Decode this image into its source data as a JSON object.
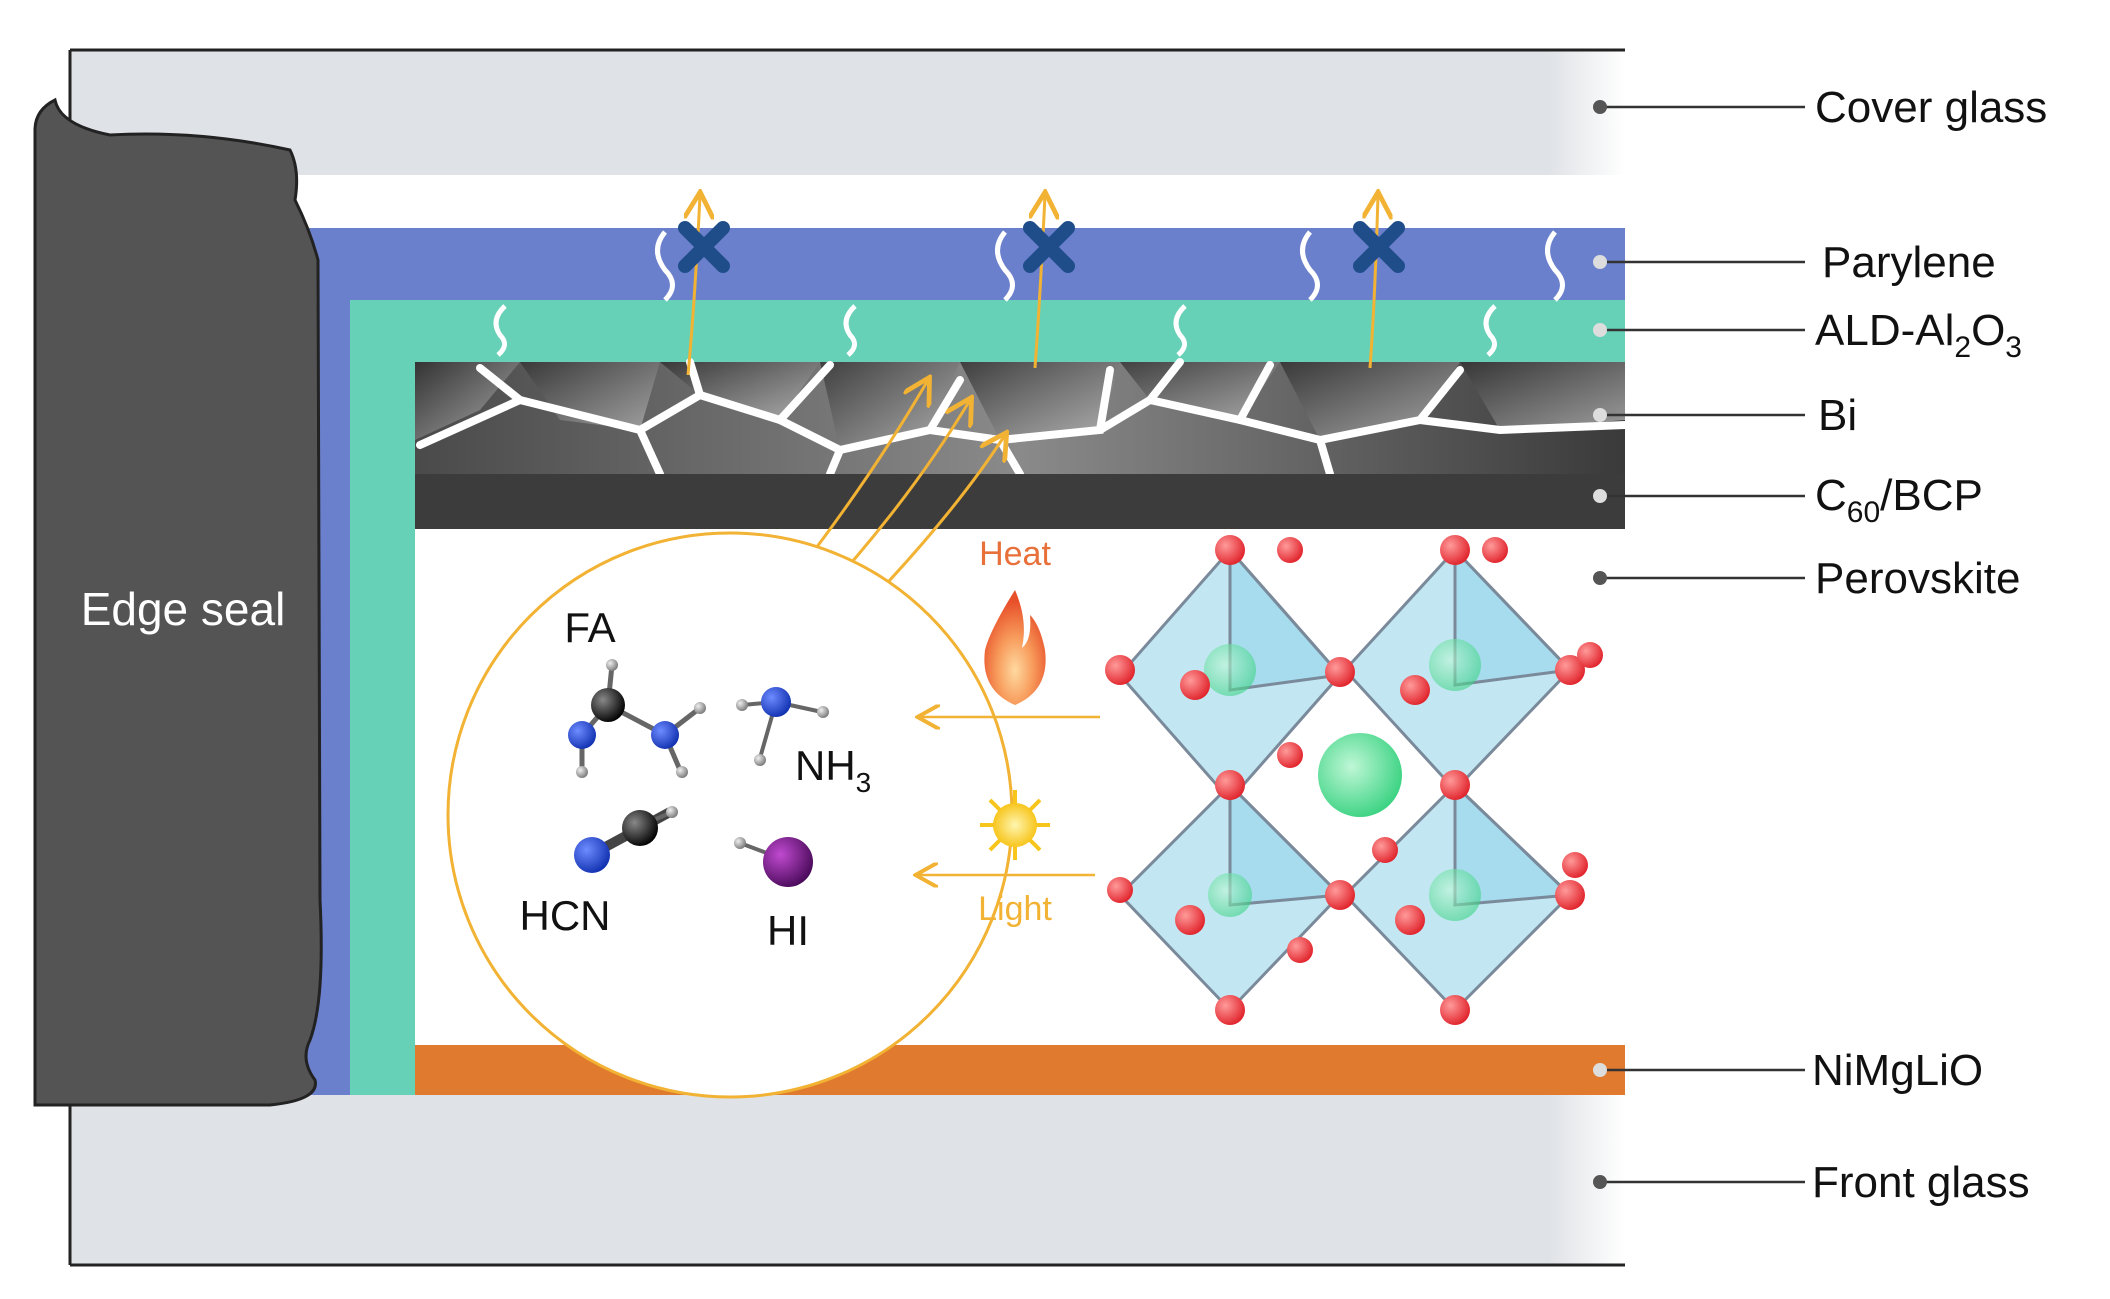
{
  "edge_seal": {
    "label": "Edge seal"
  },
  "layers": [
    {
      "id": "cover-glass",
      "label": "Cover glass"
    },
    {
      "id": "parylene",
      "label": "Parylene"
    },
    {
      "id": "ald",
      "label_main": "ALD-Al",
      "sub1": "2",
      "mid": "O",
      "sub2": "3"
    },
    {
      "id": "bi",
      "label": "Bi"
    },
    {
      "id": "c60bcp",
      "label_main": "C",
      "sub": "60",
      "label_rest": "/BCP"
    },
    {
      "id": "perovskite",
      "label": "Perovskite"
    },
    {
      "id": "nimglio",
      "label": "NiMgLiO"
    },
    {
      "id": "front-glass",
      "label": "Front glass"
    }
  ],
  "molecules": {
    "fa": "FA",
    "nh3_main": "NH",
    "nh3_sub": "3",
    "hcn": "HCN",
    "hi": "HI"
  },
  "stimuli": {
    "heat": "Heat",
    "light": "Light"
  },
  "colors": {
    "glass": "#d4d7dc",
    "parylene": "#6b80cc",
    "ald": "#66d1b7",
    "bi_dark": "#3a3a3a",
    "c60": "#3c3c3c",
    "nimglio": "#e07a2e",
    "edge_seal": "#555455",
    "arrow": "#f2b233",
    "heat_text": "#e8703a",
    "light_text": "#f2b233",
    "block_x": "#1f4d8a",
    "octahedron": "#8fd3ea",
    "oxygen": "#e8343a",
    "cation": "#3fd98a"
  }
}
